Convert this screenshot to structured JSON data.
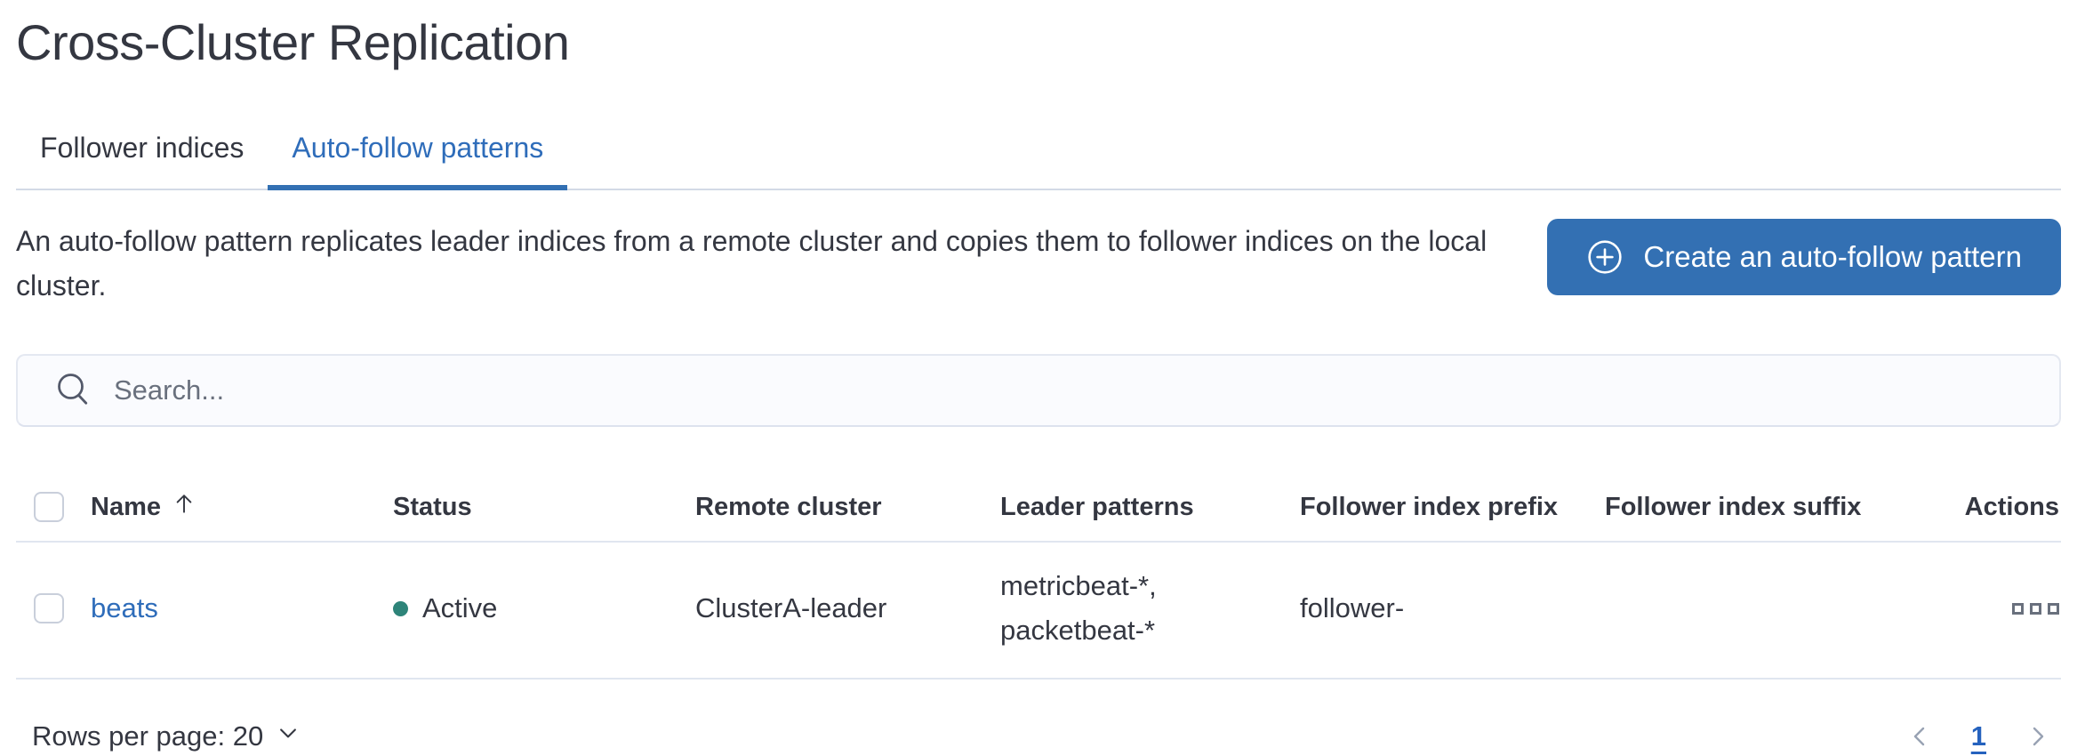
{
  "page": {
    "title": "Cross-Cluster Replication"
  },
  "tabs": [
    {
      "label": "Follower indices",
      "selected": false
    },
    {
      "label": "Auto-follow patterns",
      "selected": true
    }
  ],
  "description": "An auto-follow pattern replicates leader indices from a remote cluster and copies them to follower indices on the local cluster.",
  "create_button": {
    "label": "Create an auto-follow pattern",
    "icon": "plus-in-circle-icon",
    "color": "#3370B3"
  },
  "search": {
    "placeholder": "Search...",
    "value": "",
    "icon": "search-icon"
  },
  "table": {
    "columns": [
      "Name",
      "Status",
      "Remote cluster",
      "Leader patterns",
      "Follower index prefix",
      "Follower index suffix",
      "Actions"
    ],
    "sort": {
      "column": "Name",
      "direction": "ascending",
      "icon": "sort-ascending-arrow-icon"
    },
    "rows": [
      {
        "name": "beats",
        "status": "Active",
        "status_color": "#2E8479",
        "remote_cluster": "ClusterA-leader",
        "leader_patterns": "metricbeat-*, packetbeat-*",
        "follower_index_prefix": "follower-",
        "follower_index_suffix": "",
        "actions_icon": "boxes-horizontal-icon"
      }
    ]
  },
  "pagination": {
    "rows_per_page_label": "Rows per page: 20",
    "current_page": "1",
    "prev_icon": "chevron-left-icon",
    "next_icon": "chevron-right-icon"
  }
}
